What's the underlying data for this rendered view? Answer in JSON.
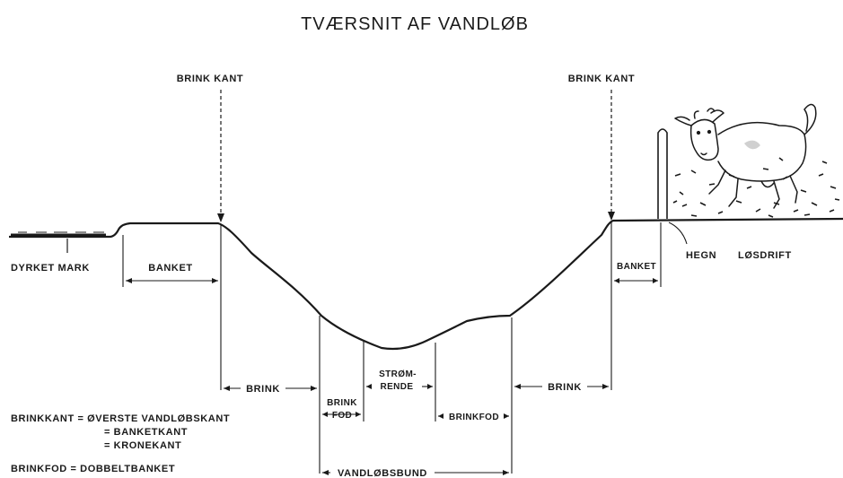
{
  "title": "TVÆRSNIT AF VANDLØB",
  "labels": {
    "brinkkant_left": "BRINK KANT",
    "brinkkant_right": "BRINK KANT",
    "dyrket_mark": "DYRKET MARK",
    "banket_left": "BANKET",
    "banket_right": "BANKET",
    "hegn": "HEGN",
    "losdrift": "LØSDRIFT",
    "brink_left": "BRINK",
    "brink_right": "BRINK",
    "stromrende_1": "STRØM-",
    "stromrende_2": "RENDE",
    "brinkfod_1": "BRINK",
    "brinkfod_2": "FOD",
    "brinkfod_right": "BRINKFOD",
    "vandlobsbund": "VANDLØBSBUND"
  },
  "legend": {
    "line1": "BRINKKANT = ØVERSTE  VANDLØBSKANT",
    "line2": "= BANKETKANT",
    "line3": "= KRONEKANT",
    "line4": "BRINKFOD  = DOBBELTBANKET"
  },
  "icons": {
    "cow": "cow-icon",
    "fence_post": "fence-post-icon"
  }
}
